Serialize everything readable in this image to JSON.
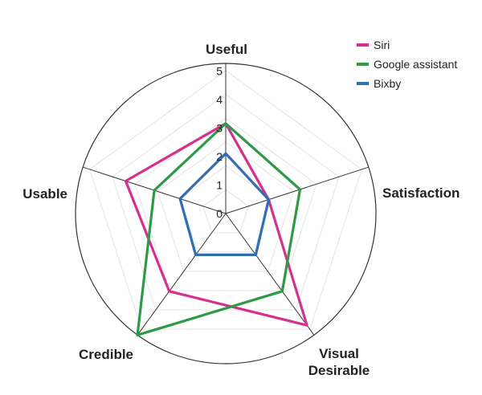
{
  "chart_data": {
    "type": "radar",
    "axes": [
      "Useful",
      "Satisfaction",
      "Visual Desirable",
      "Credible",
      "Usable"
    ],
    "axis_label_lines": [
      [
        "Useful"
      ],
      [
        "Satisfaction"
      ],
      [
        "Visual",
        "Desirable"
      ],
      [
        "Credible"
      ],
      [
        "Usable"
      ]
    ],
    "range": [
      0,
      5
    ],
    "ticks": [
      "0",
      "1",
      "2",
      "3",
      "4",
      "5"
    ],
    "series": [
      {
        "name": "Siri",
        "color": "#d6308f",
        "values": [
          3,
          1.5,
          4.6,
          3.2,
          3.5
        ]
      },
      {
        "name": "Google assistant",
        "color": "#2e9a45",
        "values": [
          3,
          2.6,
          3.2,
          5,
          2.5
        ]
      },
      {
        "name": "Bixby",
        "color": "#2f6db5",
        "values": [
          2,
          1.5,
          1.7,
          1.7,
          1.6
        ]
      }
    ],
    "legend_position": "top-right",
    "grid": true
  }
}
